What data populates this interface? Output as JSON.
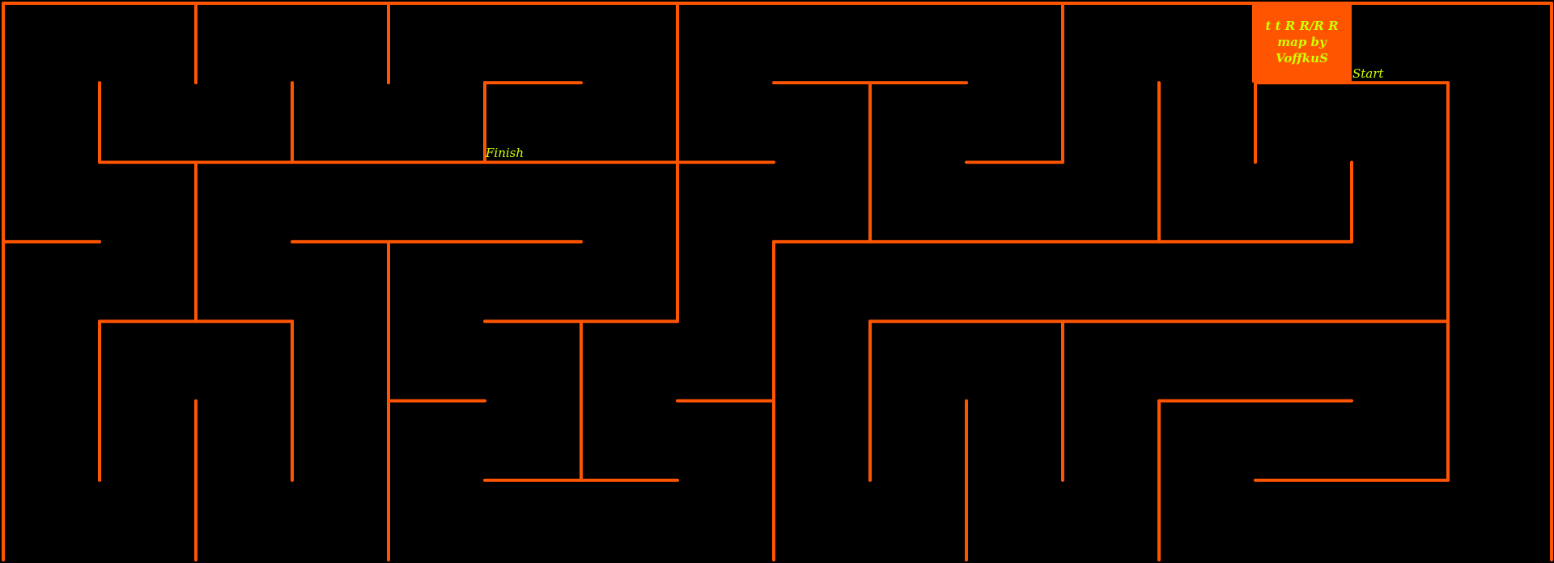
{
  "map": {
    "title_lines": [
      "t t R R/R R",
      "map by",
      "VoffkuS"
    ],
    "start_label": "Start",
    "finish_label": "Finish"
  },
  "colors": {
    "wall": "#ff5500",
    "text": "#ccff00",
    "background": "#000000"
  }
}
